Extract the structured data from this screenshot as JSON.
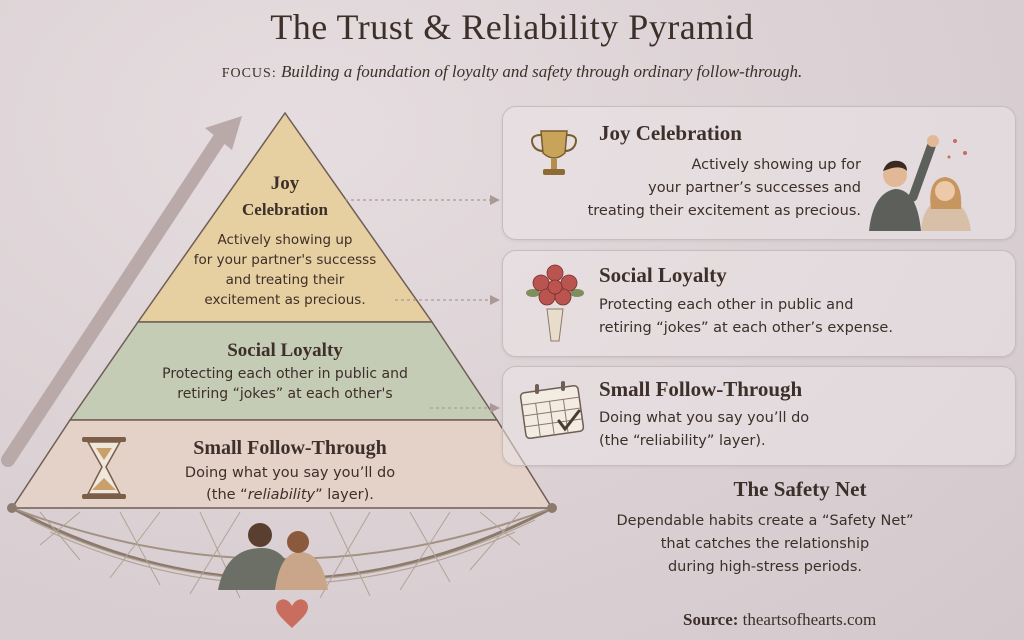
{
  "header": {
    "title": "The Trust & Reliability Pyramid",
    "focus_label": "FOCUS:",
    "focus_text": "Building a foundation of loyalty and safety through ordinary follow-through."
  },
  "pyramid": {
    "top": {
      "title_line1": "Joy",
      "title_line2": "Celebration",
      "desc": [
        "Actively showing up",
        "for your partner's successs",
        "and treating their",
        "excitement as precious."
      ]
    },
    "middle": {
      "title": "Social Loyalty",
      "desc": [
        "Protecting each other in public and",
        "retiring “jokes” at each other's"
      ]
    },
    "bottom": {
      "title": "Small Follow-Through",
      "desc_line1": "Doing what you say you’ll do",
      "desc_line2_pre": "(the “",
      "desc_line2_em": "reliability",
      "desc_line2_post": "” layer)."
    }
  },
  "cards": [
    {
      "icon": "trophy-icon",
      "title": "Joy Celebration",
      "desc": [
        "Actively showing up for",
        "your partner’s successes and",
        "treating their excitement as precious."
      ]
    },
    {
      "icon": "rose-bouquet-icon",
      "title": "Social Loyalty",
      "desc": [
        "Protecting each other in public and",
        "retiring “jokes” at each other’s expense."
      ]
    },
    {
      "icon": "calendar-icon",
      "title": "Small Follow-Through",
      "desc": [
        "Doing what you say you’ll do",
        "(the “reliability” layer)."
      ]
    }
  ],
  "safety_net": {
    "title": "The Safety Net",
    "desc": [
      "Dependable habits create a “Safety Net”",
      "that catches the relationship",
      "during high-stress periods."
    ]
  },
  "source": {
    "label": "Source:",
    "value": "theartsofhearts.com"
  },
  "colors": {
    "top_layer": "#e6cfa0",
    "middle_layer": "#c5ccb6",
    "bottom_layer": "#e4d2c9",
    "ink": "#3d2f29"
  }
}
